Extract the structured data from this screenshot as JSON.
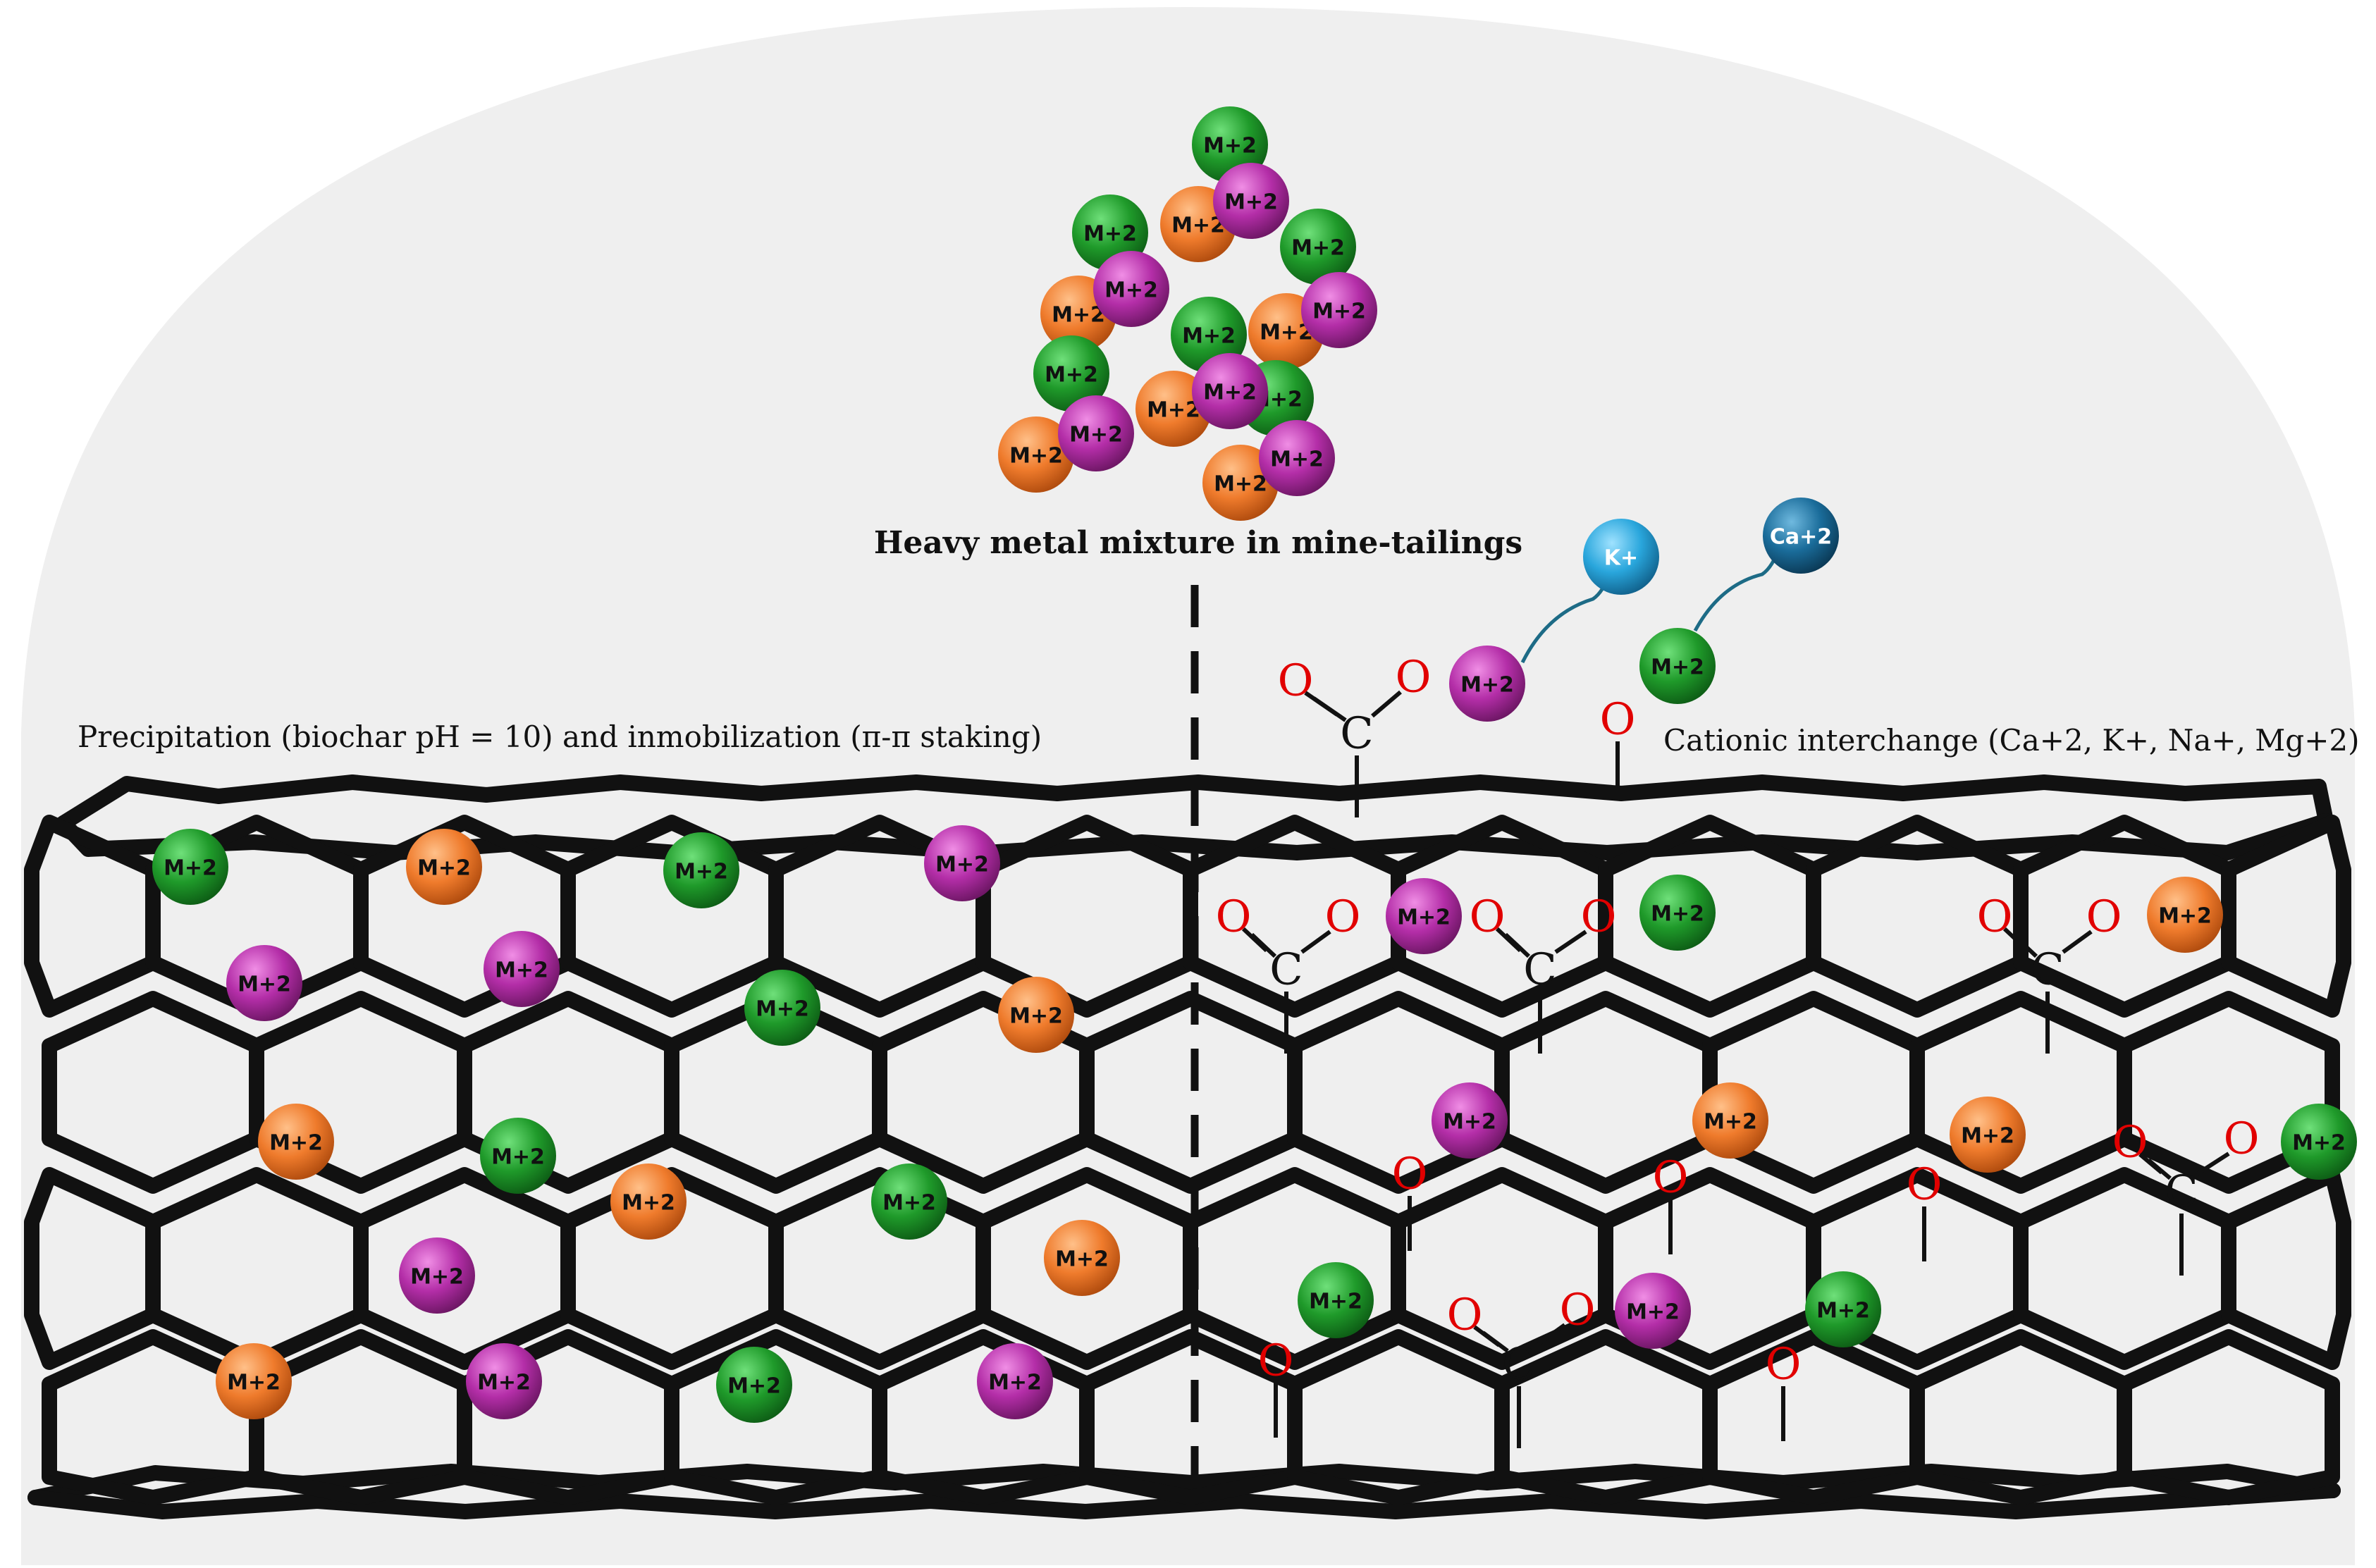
{
  "captions": {
    "mixture": "Heavy metal mixture in mine-tailings",
    "left": "Precipitation (biochar pH = 10) and inmobilization (π-π staking)",
    "right": "Cationic interchange (Ca+2, K+, Na+, Mg+2)"
  },
  "ions": {
    "metal": "M+2",
    "potassium": "K+",
    "calcium": "Ca+2"
  },
  "atoms": {
    "oxygen": "O",
    "carbon": "C"
  },
  "colors": {
    "green": "#1f9a2a",
    "orange": "#ef7b2c",
    "magenta": "#b42ea8",
    "potassium": "#29a6dc",
    "calcium": "#1a6c9a",
    "oxygen": "#e10000",
    "lattice": "#111111",
    "background": "#efefef",
    "arrow": "#1d6b86"
  }
}
